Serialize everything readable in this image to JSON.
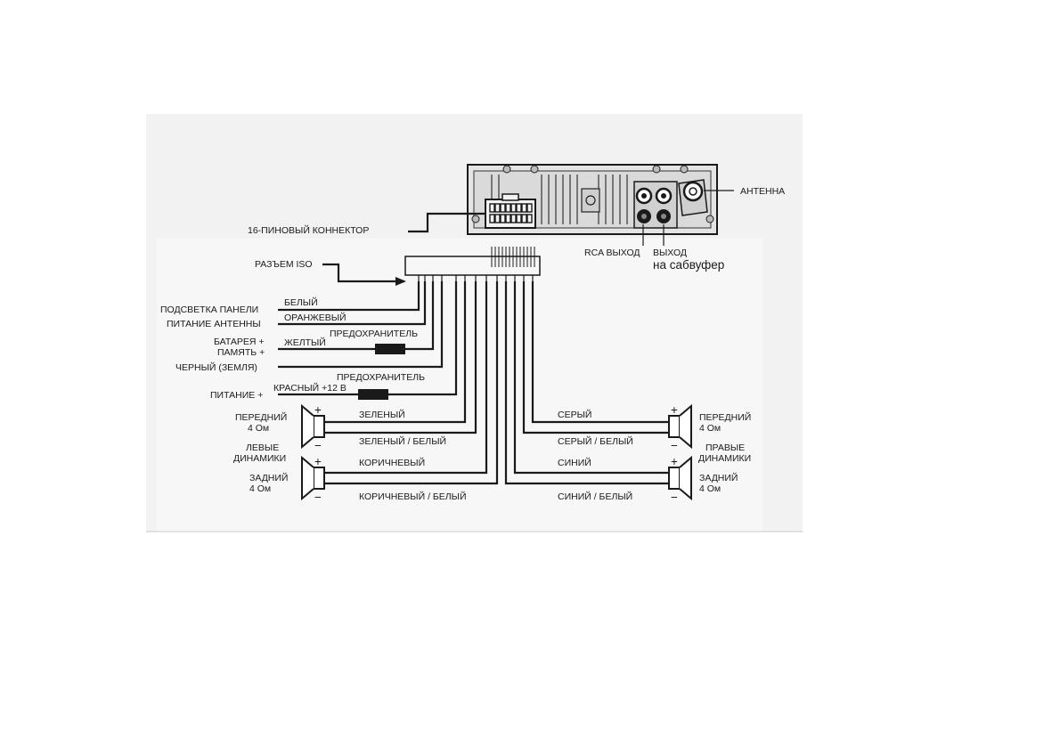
{
  "labels": {
    "antenna": "АНТЕННА",
    "connector_16pin": "16-ПИНОВЫЙ КОННЕКТОР",
    "rca_out": "RCA ВЫХОД",
    "out": "ВЫХОД",
    "subwoofer": "на сабвуфер",
    "iso_socket": "РАЗЪЕМ ISO",
    "panel_light": "ПОДСВЕТКА ПАНЕЛИ",
    "antenna_power": "ПИТАНИЕ АНТЕННЫ",
    "battery": "БАТАРЕЯ +",
    "memory": "ПАМЯТЬ +",
    "ground": "ЧЕРНЫЙ (ЗЕМЛЯ)",
    "power": "ПИТАНИЕ +",
    "fuse_1": "ПРЕДОХРАНИТЕЛЬ",
    "fuse_2": "ПРЕДОХРАНИТЕЛЬ",
    "left_speakers_1": "ЛЕВЫЕ",
    "left_speakers_2": "ДИНАМИКИ",
    "right_speakers_1": "ПРАВЫЕ",
    "right_speakers_2": "ДИНАМИКИ",
    "front": "ПЕРЕДНИЙ",
    "rear": "ЗАДНИЙ",
    "ohm": "4 Ом",
    "plus": "+",
    "minus": "−"
  },
  "wires": {
    "white": "БЕЛЫЙ",
    "orange": "ОРАНЖЕВЫЙ",
    "yellow": "ЖЕЛТЫЙ",
    "red": "КРАСНЫЙ +12 В",
    "green": "ЗЕЛЕНЫЙ",
    "green_white": "ЗЕЛЕНЫЙ / БЕЛЫЙ",
    "brown": "КОРИЧНЕВЫЙ",
    "brown_white": "КОРИЧНЕВЫЙ / БЕЛЫЙ",
    "gray": "СЕРЫЙ",
    "gray_white": "СЕРЫЙ / БЕЛЫЙ",
    "blue": "СИНИЙ",
    "blue_white": "СИНИЙ / БЕЛЫЙ"
  }
}
